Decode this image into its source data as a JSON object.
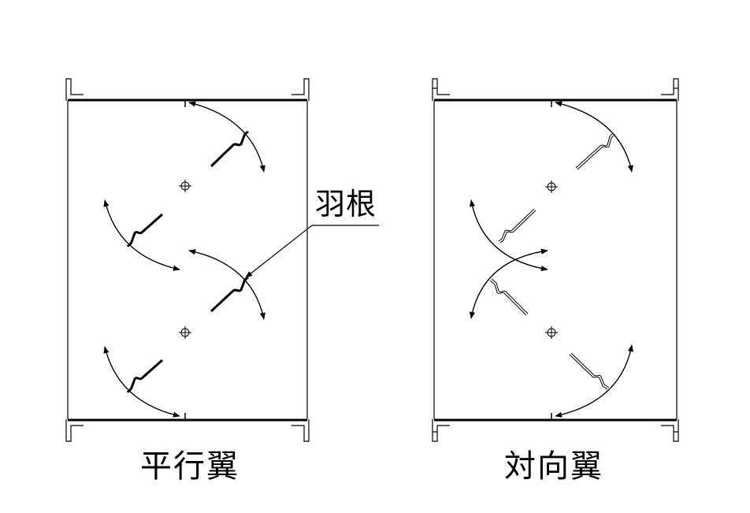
{
  "labels": {
    "left_title": "平行翼",
    "right_title": "対向翼",
    "callout": "羽根"
  },
  "colors": {
    "line": "#000000",
    "background": "#ffffff"
  }
}
